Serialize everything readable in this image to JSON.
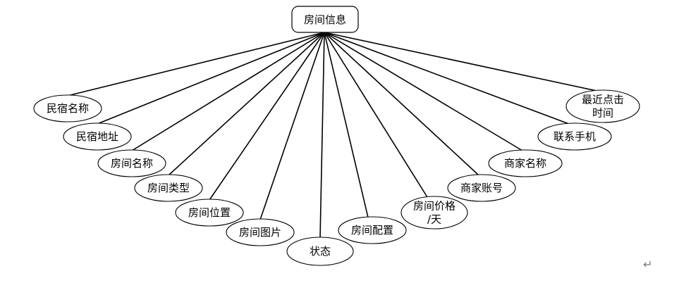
{
  "root": {
    "label": "房间信息"
  },
  "attributes": [
    {
      "id": "a1",
      "lines": [
        "民宿名称"
      ]
    },
    {
      "id": "a2",
      "lines": [
        "民宿地址"
      ]
    },
    {
      "id": "a3",
      "lines": [
        "房间名称"
      ]
    },
    {
      "id": "a4",
      "lines": [
        "房间类型"
      ]
    },
    {
      "id": "a5",
      "lines": [
        "房间位置"
      ]
    },
    {
      "id": "a6",
      "lines": [
        "房间图片"
      ]
    },
    {
      "id": "a7",
      "lines": [
        "状态"
      ]
    },
    {
      "id": "a8",
      "lines": [
        "房间配置"
      ]
    },
    {
      "id": "a9",
      "lines": [
        "房间价格",
        "/天"
      ]
    },
    {
      "id": "a10",
      "lines": [
        "商家账号"
      ]
    },
    {
      "id": "a11",
      "lines": [
        "商家名称"
      ]
    },
    {
      "id": "a12",
      "lines": [
        "联系手机"
      ]
    },
    {
      "id": "a13",
      "lines": [
        "最近点击",
        "时间"
      ]
    }
  ],
  "paragraph_mark": "↵"
}
